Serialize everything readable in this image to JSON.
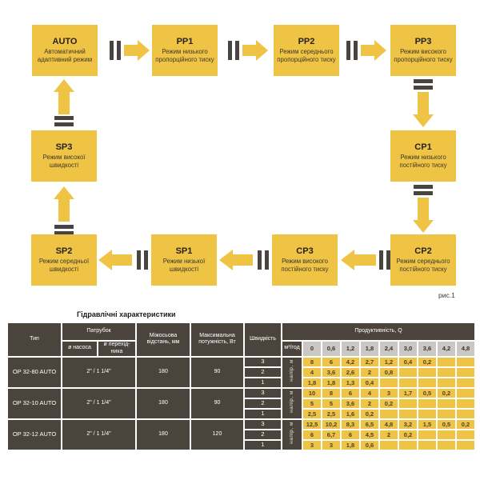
{
  "diagram": {
    "figure_label": "рис.1",
    "modes": [
      {
        "code": "AUTO",
        "desc": "Автоматичний адаптивний режим"
      },
      {
        "code": "PP1",
        "desc": "Режим низького пропорційного тиску"
      },
      {
        "code": "PP2",
        "desc": "Режим середнього пропорційного тиску"
      },
      {
        "code": "PP3",
        "desc": "Режим високого пропорційного тиску"
      },
      {
        "code": "CP1",
        "desc": "Режим низького постійного тиску"
      },
      {
        "code": "CP2",
        "desc": "Режим середнього постійного тиску"
      },
      {
        "code": "CP3",
        "desc": "Режим високого постійного тиску"
      },
      {
        "code": "SP1",
        "desc": "Режим низької швидкості"
      },
      {
        "code": "SP2",
        "desc": "Режим середньої швидкості"
      },
      {
        "code": "SP3",
        "desc": "Режим високої швидкості"
      }
    ]
  },
  "table": {
    "title": "Гідравлічні характеристики",
    "columns": {
      "type": "Тип",
      "pipe_group": "Патрубок",
      "pipe_pump": "ø насоса",
      "pipe_adapter": "ø перехід-ника",
      "distance": "Міжосьова відстань, мм",
      "power": "Максимальна потужність, Вт",
      "speed": "Швидкість",
      "flow": "Продуктивність, Q"
    },
    "flow_unit": "м³/год",
    "flow_values": [
      "0",
      "0,6",
      "1,2",
      "1,8",
      "2,4",
      "3,0",
      "3,6",
      "4,2",
      "4,8"
    ],
    "head_unit": "напір, м",
    "rows": [
      {
        "type": "OP 32-80 AUTO",
        "pipe": "2\" / 1 1/4\"",
        "distance": "180",
        "power": "90",
        "speeds": [
          {
            "speed": "3",
            "values": [
              "8",
              "6",
              "4,2",
              "2,7",
              "1,2",
              "0,4",
              "0,2",
              "",
              ""
            ]
          },
          {
            "speed": "2",
            "values": [
              "4",
              "3,6",
              "2,6",
              "2",
              "0,8",
              "",
              "",
              "",
              ""
            ]
          },
          {
            "speed": "1",
            "values": [
              "1,8",
              "1,8",
              "1,3",
              "0,4",
              "",
              "",
              "",
              "",
              ""
            ]
          }
        ]
      },
      {
        "type": "OP 32-10 AUTO",
        "pipe": "2\" / 1 1/4\"",
        "distance": "180",
        "power": "90",
        "speeds": [
          {
            "speed": "3",
            "values": [
              "10",
              "8",
              "6",
              "4",
              "3",
              "1,7",
              "0,5",
              "0,2",
              ""
            ]
          },
          {
            "speed": "2",
            "values": [
              "5",
              "5",
              "3,6",
              "2",
              "0,2",
              "",
              "",
              "",
              ""
            ]
          },
          {
            "speed": "1",
            "values": [
              "2,5",
              "2,5",
              "1,6",
              "0,2",
              "",
              "",
              "",
              "",
              ""
            ]
          }
        ]
      },
      {
        "type": "OP 32-12 AUTO",
        "pipe": "2\" / 1 1/4\"",
        "distance": "180",
        "power": "120",
        "speeds": [
          {
            "speed": "3",
            "values": [
              "12,5",
              "10,2",
              "8,3",
              "6,5",
              "4,8",
              "3,2",
              "1,5",
              "0,5",
              "0,2"
            ]
          },
          {
            "speed": "2",
            "values": [
              "6",
              "6,7",
              "6",
              "4,5",
              "2",
              "0,2",
              "",
              "",
              ""
            ]
          },
          {
            "speed": "1",
            "values": [
              "3",
              "3",
              "1,8",
              "0,6",
              "",
              "",
              "",
              "",
              ""
            ]
          }
        ]
      }
    ]
  },
  "colors": {
    "accent_yellow": "#EFC344",
    "dark_cell": "#4B443D",
    "subheader_gray": "#CAC8C5"
  }
}
